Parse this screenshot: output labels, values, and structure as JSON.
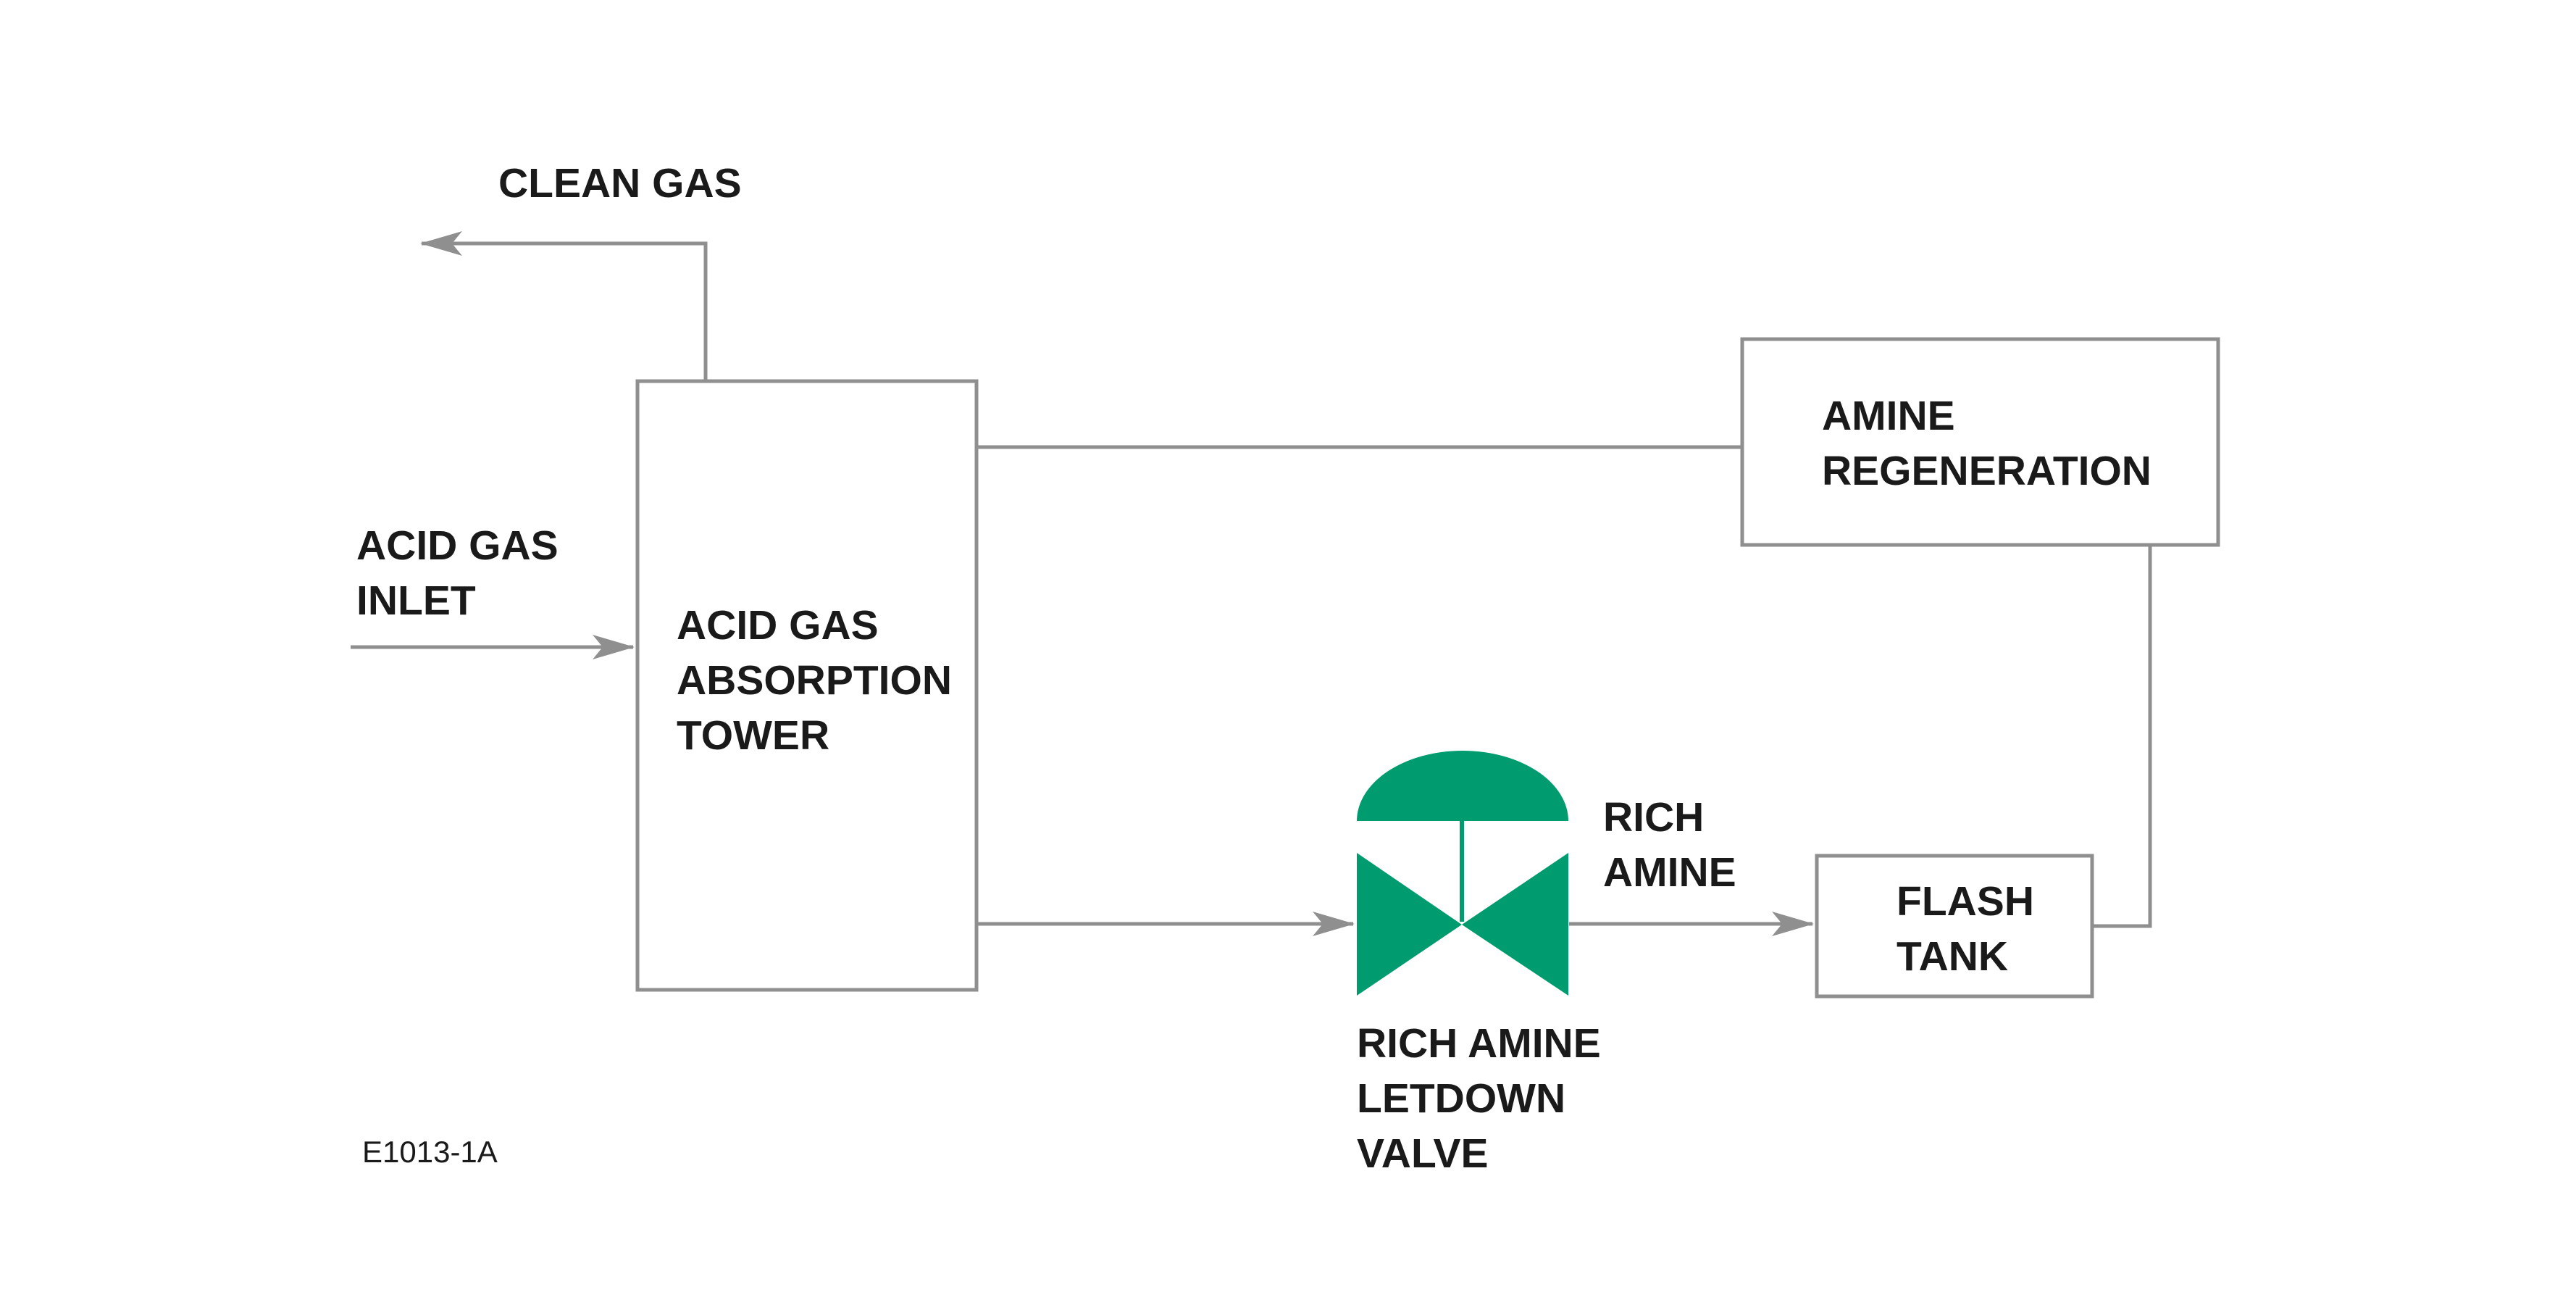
{
  "diagram": {
    "colors": {
      "line": "#8f8f8f",
      "valve": "#009b6e",
      "text": "#1a1a1a",
      "background": "#ffffff"
    },
    "labels": {
      "clean_gas": "CLEAN GAS",
      "acid_gas_inlet": [
        "ACID GAS",
        "INLET"
      ],
      "absorption_tower": [
        "ACID GAS",
        "ABSORPTION",
        "TOWER"
      ],
      "amine_regeneration": [
        "AMINE",
        "REGENERATION"
      ],
      "rich_amine": [
        "RICH",
        "AMINE"
      ],
      "flash_tank": [
        "FLASH",
        "TANK"
      ],
      "letdown_valve": [
        "RICH AMINE",
        "LETDOWN",
        "VALVE"
      ],
      "figure_id": "E1013-1A"
    },
    "nodes": [
      "Acid Gas Absorption Tower",
      "Amine Regeneration",
      "Flash Tank",
      "Rich Amine Letdown Valve"
    ],
    "flows": [
      {
        "from": "Acid Gas Inlet",
        "to": "Acid Gas Absorption Tower"
      },
      {
        "from": "Acid Gas Absorption Tower",
        "to": "Clean Gas"
      },
      {
        "from": "Acid Gas Absorption Tower",
        "to": "Rich Amine Letdown Valve"
      },
      {
        "from": "Rich Amine Letdown Valve",
        "to": "Flash Tank"
      },
      {
        "from": "Flash Tank",
        "to": "Amine Regeneration"
      },
      {
        "from": "Amine Regeneration",
        "to": "Acid Gas Absorption Tower"
      }
    ]
  }
}
